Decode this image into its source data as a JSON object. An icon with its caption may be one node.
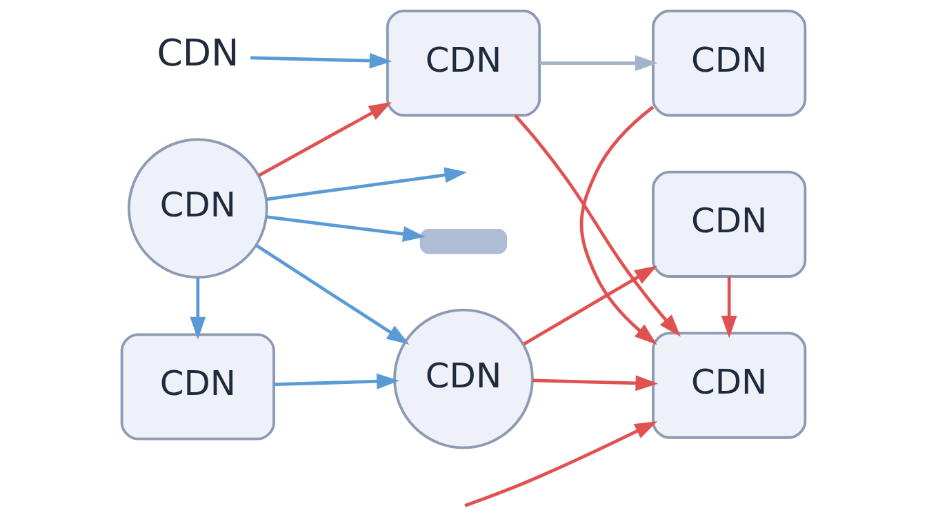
{
  "diagram": {
    "nodes": [
      {
        "text": [
          "CDN"
        ]
      },
      {
        "text": [],
        "shape": "bar"
      },
      {
        "text": [
          "CDN"
        ]
      },
      {
        "text": [
          "CDN"
        ]
      },
      {
        "text": [
          "CDN"
        ]
      },
      {
        "text": [
          "CDN"
        ]
      },
      {
        "text": [
          "CDN"
        ]
      },
      {
        "text": [
          "CDN"
        ]
      },
      {
        "text": [
          "CDN"
        ]
      }
    ],
    "edges": [
      {
        "from": 0,
        "to": 2,
        "arrow": "to",
        "color": "#5b9bd5"
      },
      {
        "from": 2,
        "to": 3,
        "arrow": "to",
        "color": "#a3b3cc"
      },
      {
        "from": 4,
        "to": 1,
        "arrow": "to",
        "color": "#5b9bd5"
      },
      {
        "from": 4,
        "to": 2,
        "arrow": "to"
      },
      {
        "from": 2,
        "to": 5,
        "arrow": "to"
      },
      {
        "from": 3,
        "to": 5,
        "arrow": "to"
      },
      {
        "from": 4,
        "to": null,
        "arrow": "to",
        "color": "#5b9bd5"
      },
      {
        "from": null,
        "to": 5,
        "arrow": "to"
      },
      {
        "from": 4,
        "to": 6,
        "arrow": "to",
        "color": "#5b9bd5"
      },
      {
        "from": 4,
        "to": 7,
        "arrow": "to",
        "color": "#5b9bd5"
      },
      {
        "from": 6,
        "to": 7,
        "arrow": "to",
        "color": "#5b9bd5"
      },
      {
        "from": 7,
        "to": 5,
        "arrow": "to"
      },
      {
        "from": 7,
        "to": 8,
        "arrow": "to"
      },
      {
        "from": 8,
        "to": 5,
        "arrow": "to"
      }
    ]
  }
}
